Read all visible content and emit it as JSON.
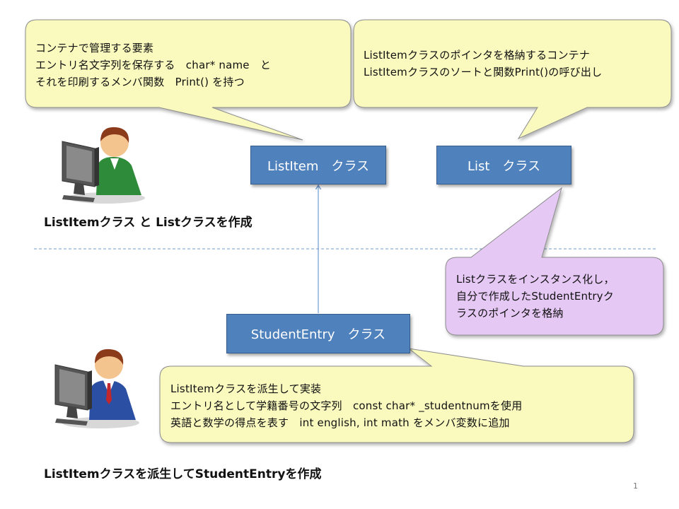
{
  "bubbles": {
    "listitem_desc": [
      "コンテナで管理する要素",
      "エントリ名文字列を保存する　char* name　と",
      "それを印刷するメンバ関数　Print() を持つ"
    ],
    "list_desc": [
      "ListItemクラスのポインタを格納するコンテナ",
      "ListItemクラスのソートと関数Print()の呼び出し"
    ],
    "list_instance": [
      "Listクラスをインスタンス化し，",
      "自分で作成したStudentEntryク",
      "ラスのポインタを格納"
    ],
    "student_desc": [
      "ListItemクラスを派生して実装",
      "エントリ名として学籍番号の文字列　const char* _studentnumを使用",
      "英語と数学の得点を表す　int english, int math をメンバ変数に追加"
    ]
  },
  "classes": {
    "listitem": "ListItem　クラス",
    "list": "List　クラス",
    "student": "StudentEntry　クラス"
  },
  "captions": {
    "top": "ListItemクラス と Listクラスを作成",
    "bottom": "ListItemクラスを派生してStudentEntryを作成"
  },
  "page_number": "1",
  "colors": {
    "bubble_yellow": "#fafabf",
    "bubble_purple": "#e6c8f5",
    "class_box": "#4f81bd"
  },
  "icons": [
    "person-at-computer-icon",
    "businessman-at-computer-icon"
  ]
}
